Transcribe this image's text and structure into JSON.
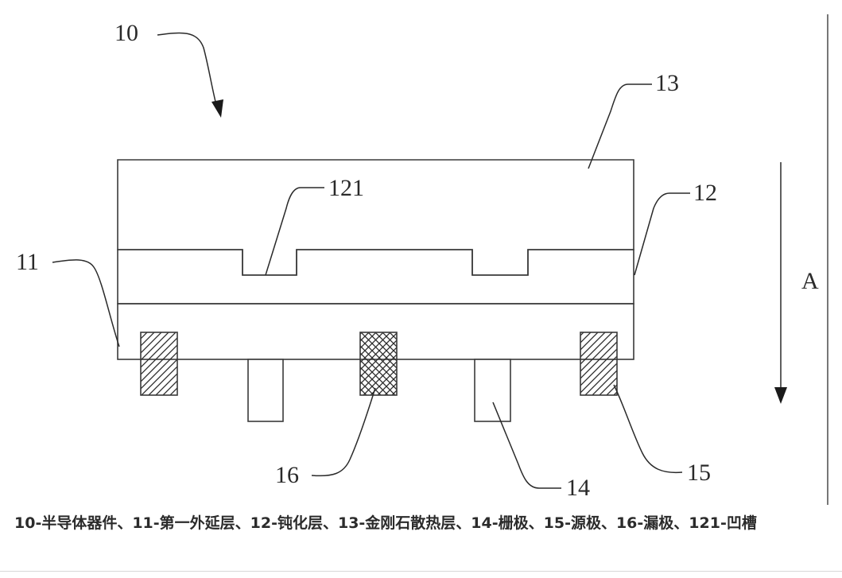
{
  "figure": {
    "labels": {
      "device": "10",
      "first_epitaxial_layer": "11",
      "passivation_layer": "12",
      "diamond_heat_layer": "13",
      "gate": "14",
      "source": "15",
      "drain": "16",
      "groove": "121",
      "direction": "A"
    }
  },
  "caption": {
    "text": "10-半导体器件、11-第一外延层、12-钝化层、13-金刚石散热层、14-栅极、15-源极、16-漏极、121-凹槽"
  }
}
